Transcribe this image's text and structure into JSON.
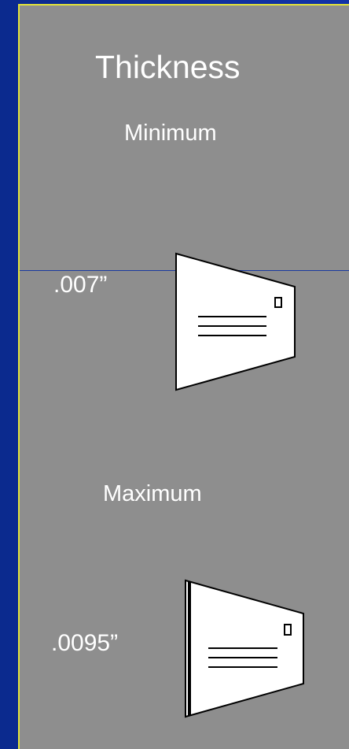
{
  "title": "Thickness",
  "minimum": {
    "label": "Minimum",
    "value": ".007”"
  },
  "maximum": {
    "label": "Maximum",
    "value": ".0095”"
  },
  "colors": {
    "background_blue": "#1233a8",
    "panel_gray": "#8e8e8e",
    "accent_yellow": "#e3e33a",
    "text": "#ffffff"
  },
  "icons": [
    "envelope-icon-thin",
    "envelope-icon-thick"
  ]
}
